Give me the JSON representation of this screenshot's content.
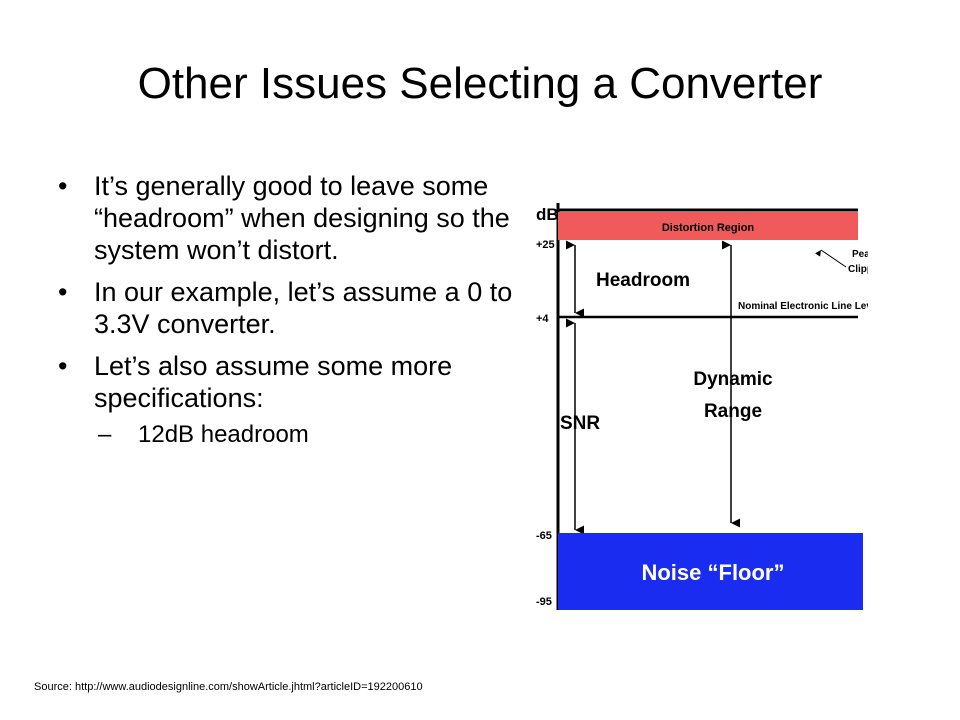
{
  "slide": {
    "title": "Other Issues Selecting a Converter",
    "bullets": [
      "It’s generally good to leave some “headroom” when designing so the system won’t distort.",
      "In our example, let’s assume a 0 to 3.3V converter.",
      "Let’s also assume some more specifications:"
    ],
    "sub_bullet": "12dB headroom",
    "sub_bullet_marker": "–",
    "bullet_marker": "•",
    "source": "Source: http://www.audiodesignline.com/showArticle.jhtml?articleID=192200610"
  },
  "diagram": {
    "axis_unit": "dB",
    "levels": [
      "+25",
      "+4",
      "-65",
      "-95"
    ],
    "distortion_label": "Distortion Region",
    "peak_label_line1": "Peak Level -",
    "peak_label_line2": "Clipping Point",
    "nominal_label": "Nominal Electronic Line Level",
    "headroom_label": "Headroom",
    "snr_label": "SNR",
    "dynamic_label_line1": "Dynamic",
    "dynamic_label_line2": "Range",
    "noise_label": "Noise “Floor”",
    "colors": {
      "distortion": "#f05a5a",
      "noise": "#1a2cf0"
    }
  }
}
